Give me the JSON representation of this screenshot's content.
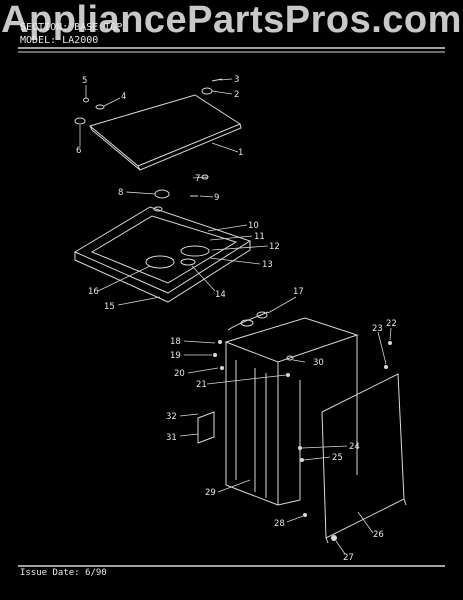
{
  "watermark": "AppliancePartsPros.com",
  "header": {
    "section_line": "SECTION: BASE TOP",
    "model_line": "MODEL: LA2000"
  },
  "footer": {
    "issue_date": "Issue Date: 6/90"
  },
  "colors": {
    "background": "#000000",
    "line": "#d8d8d8",
    "text": "#e6e6e6"
  },
  "callouts": [
    "1",
    "2",
    "3",
    "4",
    "5",
    "6",
    "7",
    "8",
    "9",
    "10",
    "11",
    "12",
    "13",
    "14",
    "15",
    "16",
    "17",
    "18",
    "19",
    "20",
    "21",
    "22",
    "23",
    "24",
    "25",
    "26",
    "27",
    "28",
    "29",
    "30",
    "31",
    "32"
  ]
}
